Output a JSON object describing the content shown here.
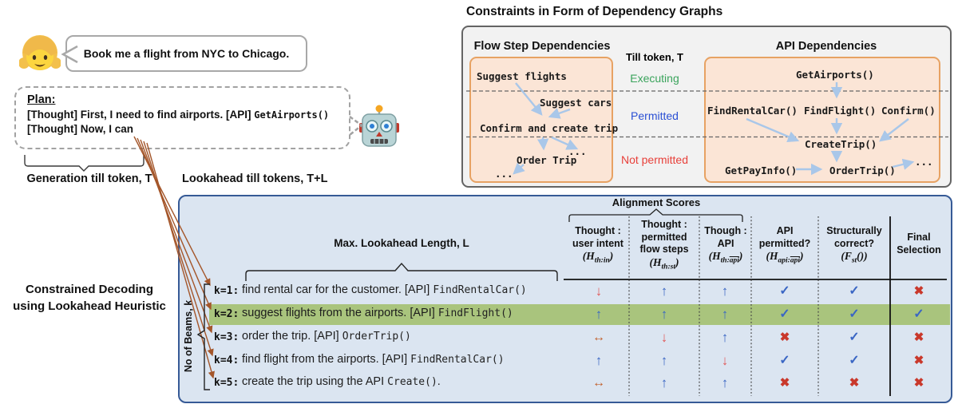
{
  "chat": {
    "user_message": "Book me a flight from NYC to Chicago.",
    "user_icon": "girl-emoji",
    "robot_icon": "robot-emoji"
  },
  "plan": {
    "title": "Plan:",
    "line1_text": "[Thought] First, I need to find airports. [API] ",
    "line1_code": "GetAirports()",
    "line2_text": "[Thought] Now, I can"
  },
  "annotations": {
    "generation": "Generation till token, T",
    "lookahead": "Lookahead till tokens, T+L",
    "constrained_line1": "Constrained Decoding",
    "constrained_line2": "using Lookahead Heuristic",
    "no_of_beams": "No of Beams, k",
    "max_lookahead": "Max. Lookahead Length, L",
    "alignment_scores": "Alignment Scores"
  },
  "constraints": {
    "title": "Constraints in Form of Dependency Graphs",
    "flow": {
      "title": "Flow Step Dependencies",
      "nodes": {
        "suggest_flights": "Suggest flights",
        "suggest_cars": "Suggest cars",
        "confirm_create": "Confirm and create trip",
        "order_trip": "Order Trip",
        "dots_mid": "...",
        "dots_bottom": "..."
      }
    },
    "status": {
      "till_token": "Till token, T",
      "executing": "Executing",
      "permitted": "Permitted",
      "not_permitted": "Not permitted",
      "executing_color": "#3aa45c",
      "permitted_color": "#2b50d4",
      "not_permitted_color": "#e8403a"
    },
    "api": {
      "title": "API Dependencies",
      "nodes": {
        "get_airports": "GetAirports()",
        "find_rental_car": "FindRentalCar()",
        "find_flight": "FindFlight()",
        "confirm": "Confirm()",
        "create_trip": "CreateTrip()",
        "get_pay_info": "GetPayInfo()",
        "order_trip": "OrderTrip()",
        "dots": "..."
      }
    }
  },
  "table": {
    "headers": [
      {
        "l1": "Thought :",
        "l2": "user intent",
        "l3": "",
        "f_pre": "(",
        "f_sym": "H",
        "f_sub": "th:in",
        "f_over": "",
        "f_post": ")"
      },
      {
        "l1": "Thought :",
        "l2": "permitted",
        "l3": "flow steps",
        "f_pre": "(",
        "f_sym": "H",
        "f_sub": "th:st",
        "f_over": "",
        "f_post": ")"
      },
      {
        "l1": "Though :",
        "l2": "API",
        "l3": "",
        "f_pre": "(",
        "f_sym": "H",
        "f_sub": "th:",
        "f_over": "api",
        "f_post": ")"
      },
      {
        "l1": "API",
        "l2": "permitted?",
        "l3": "",
        "f_pre": "(",
        "f_sym": "H",
        "f_sub": "api:",
        "f_over": "api",
        "f_post": ")"
      },
      {
        "l1": "Structurally",
        "l2": "correct?",
        "l3": "",
        "f_pre": "(",
        "f_sym": "F",
        "f_sub": "st",
        "f_over": "",
        "f_post": "())"
      },
      {
        "l1": "Final",
        "l2": "Selection"
      }
    ],
    "rows": [
      {
        "k": "k=1:",
        "text": "find rental car for the customer. [API] ",
        "code": "FindRentalCar()",
        "suffix": "",
        "highlight": false,
        "scores": [
          "down",
          "up",
          "up",
          "check",
          "check",
          "cross"
        ]
      },
      {
        "k": "k=2:",
        "text": "suggest flights from the airports. [API] ",
        "code": "FindFlight()",
        "suffix": "",
        "highlight": true,
        "scores": [
          "up",
          "up",
          "up",
          "check",
          "check",
          "check"
        ]
      },
      {
        "k": "k=3:",
        "text": "order the trip. [API] ",
        "code": "OrderTrip()",
        "suffix": "",
        "highlight": false,
        "scores": [
          "both",
          "down",
          "up",
          "cross",
          "check",
          "cross"
        ]
      },
      {
        "k": "k=4:",
        "text": "find flight from the airports. [API] ",
        "code": "FindRentalCar()",
        "suffix": "",
        "highlight": false,
        "scores": [
          "up",
          "up",
          "down",
          "check",
          "check",
          "cross"
        ]
      },
      {
        "k": "k=5:",
        "text": "create the trip using the API ",
        "code": "Create()",
        "suffix": ".",
        "highlight": false,
        "scores": [
          "both",
          "up",
          "up",
          "cross",
          "cross",
          "cross"
        ]
      }
    ]
  },
  "score_glyphs": {
    "up": "↑",
    "down": "↓",
    "both": "↔",
    "check": "✓",
    "cross": "✖"
  },
  "palette": {
    "panel_blue_bg": "#dbe5f1",
    "panel_blue_border": "#365a96",
    "highlight_green": "#a9c47d",
    "orange_panel_bg": "#fbe5d6",
    "orange_panel_border": "#e7a263",
    "gray_box_bg": "#f2f2f2",
    "dep_arrow_blue": "#a9c7e9",
    "fan_arrow_brown": "#a4562a",
    "score_up_blue": "#3a66c4",
    "score_down_red": "#e05a5a",
    "score_both_orange": "#c2602c",
    "cross_red": "#c9382b"
  }
}
